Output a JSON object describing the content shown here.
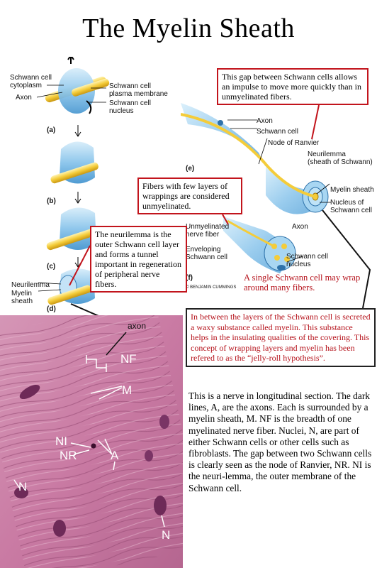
{
  "title": "The Myelin Sheath",
  "diagram_a": {
    "label_schwann_cytoplasm": "Schwann cell\ncytoplasm",
    "label_axon": "Axon",
    "label_plasma_membrane": "Schwann cell\nplasma membrane",
    "label_nucleus": "Schwann cell\nnucleus"
  },
  "fig_labels": {
    "a": "(a)",
    "b": "(b)",
    "c": "(c)",
    "d": "(d)",
    "e": "(e)",
    "f": "(f)"
  },
  "diagram_d": {
    "label_neurilemma": "Neurilemma",
    "label_myelin": "Myelin\nsheath"
  },
  "diagram_e": {
    "label_axon": "Axon",
    "label_schwann_cell": "Schwann cell",
    "label_node": "Node of Ranvier",
    "label_neurilemma": "Neurilemma\n(sheath of Schwann)",
    "label_myelin": "Myelin sheath",
    "label_nucleus": "Nucleus of\nSchwann cell",
    "label_axon2": "Axon"
  },
  "diagram_f": {
    "label_unmyelinated": "Unmyelinated\nnerve fiber",
    "label_enveloping": "Enveloping\nSchwann cell",
    "label_nucleus": "Schwann cell\nnucleus",
    "copyright": "© BENJAMIN CUMMINGS"
  },
  "callouts": {
    "gap": "This gap between Schwann cells allows an impulse to move more quickly than in unmyelinated fibers.",
    "fibers": "Fibers with few layers of wrappings are considered unmyelinated.",
    "neurilemma": "The neurilemma is the outer Schwann cell layer and forms a tunnel important in regeneration of peripheral nerve fibers.",
    "single_cell": "A single Schwann cell may wrap around many fibers.",
    "myelin": "In between the layers of the Schwann cell is secreted a waxy substance called myelin. This substance helps in the insulating qualities of the covering.  This concept of wrapping layers and myelin has been refered to as the “jelly-roll hypothesis”."
  },
  "histology": {
    "label_axon": "axon",
    "label_NF": "NF",
    "label_M": "M",
    "label_NI": "NI",
    "label_A": "A",
    "label_NR": "NR",
    "label_N_left": "N",
    "label_N_right": "N"
  },
  "description": "This is a nerve in longitudinal section.  The dark lines, A, are the axons.  Each is surrounded by a myelin sheath, M.  NF is the breadth of one myelinated nerve fiber.  Nuclei, N, are part of either Schwann cells or other cells such as fibroblasts.  The gap between two Schwann cells is clearly seen as the node of Ranvier, NR.  NI is the neuri-lemma, the outer membrane of the Schwann cell.",
  "colors": {
    "callout_border": "#c2141c",
    "schwann_blue": "#8fc7ec",
    "axon_yellow": "#f4cc3a",
    "histology_pink": "#c97aa3"
  }
}
